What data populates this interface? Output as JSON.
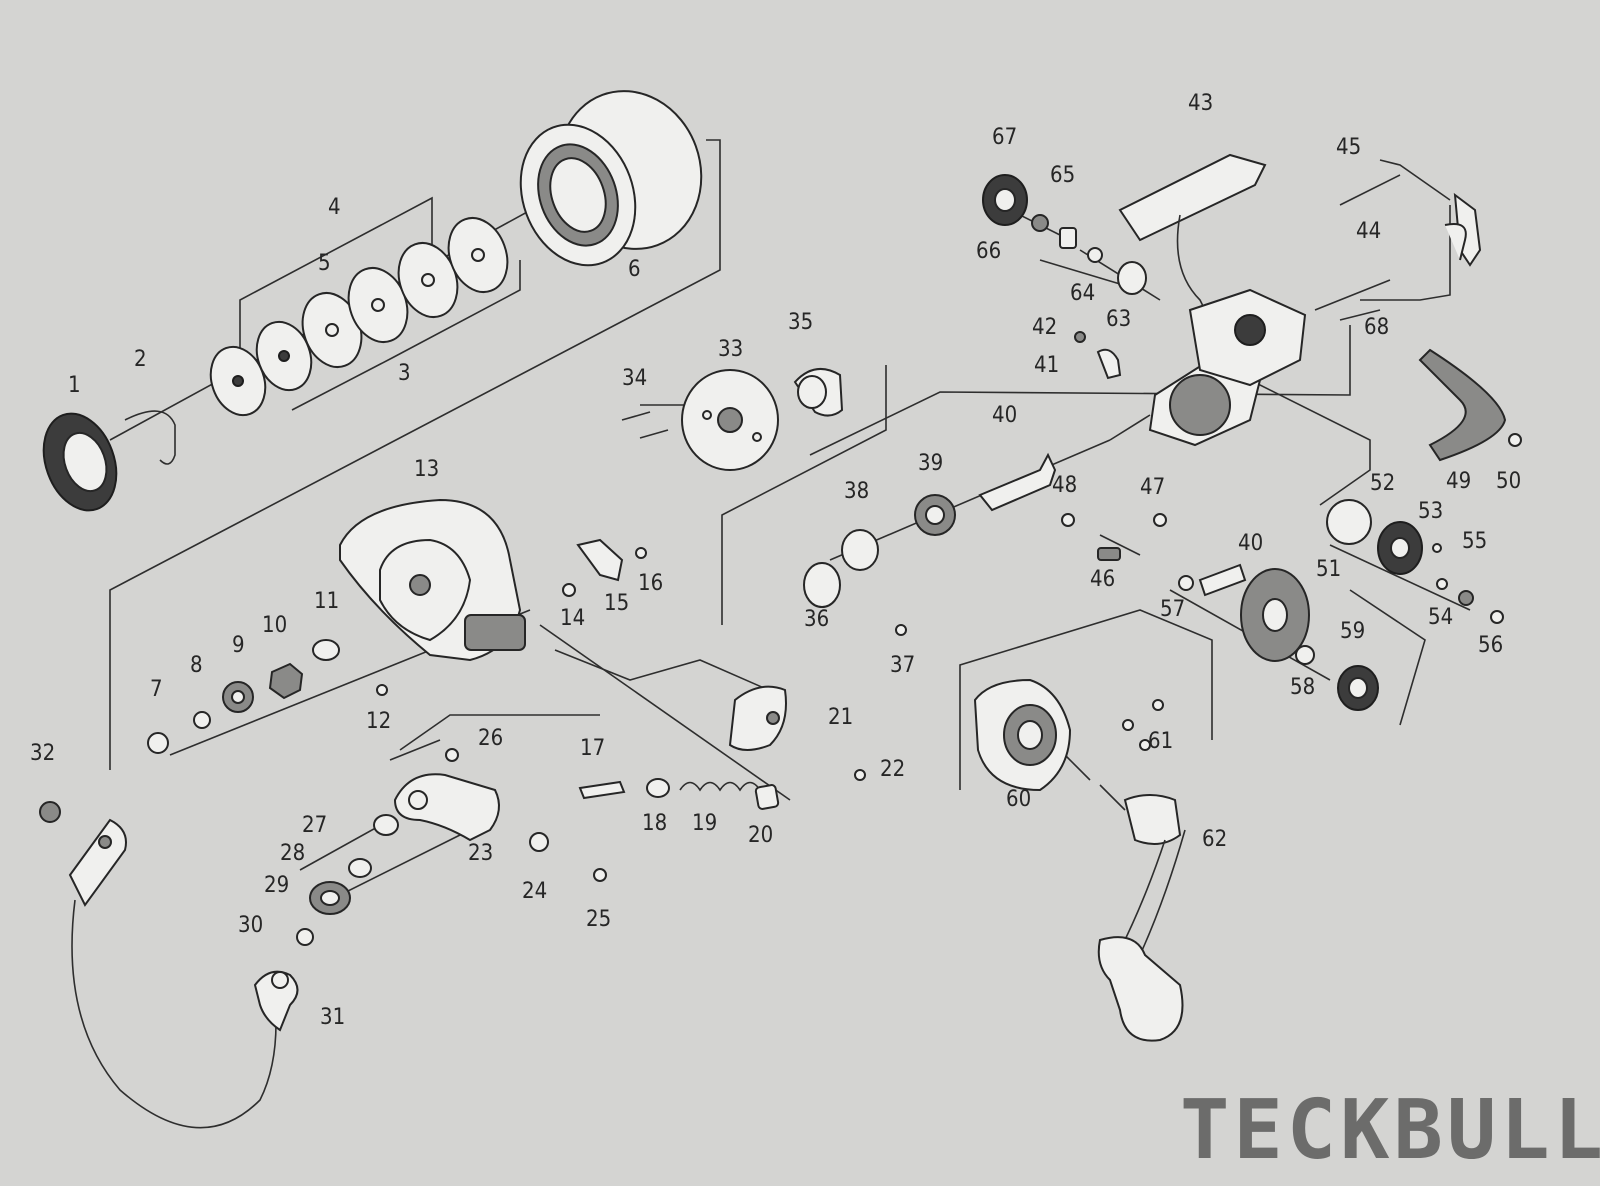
{
  "diagram": {
    "labels": [
      {
        "id": "1",
        "text": "1"
      },
      {
        "id": "2",
        "text": "2"
      },
      {
        "id": "3",
        "text": "3"
      },
      {
        "id": "4",
        "text": "4"
      },
      {
        "id": "5",
        "text": "5"
      },
      {
        "id": "6",
        "text": "6"
      },
      {
        "id": "7",
        "text": "7"
      },
      {
        "id": "8",
        "text": "8"
      },
      {
        "id": "9",
        "text": "9"
      },
      {
        "id": "10",
        "text": "10"
      },
      {
        "id": "11",
        "text": "11"
      },
      {
        "id": "12",
        "text": "12"
      },
      {
        "id": "13",
        "text": "13"
      },
      {
        "id": "14",
        "text": "14"
      },
      {
        "id": "15",
        "text": "15"
      },
      {
        "id": "16",
        "text": "16"
      },
      {
        "id": "17",
        "text": "17"
      },
      {
        "id": "18",
        "text": "18"
      },
      {
        "id": "19",
        "text": "19"
      },
      {
        "id": "20",
        "text": "20"
      },
      {
        "id": "21",
        "text": "21"
      },
      {
        "id": "22",
        "text": "22"
      },
      {
        "id": "23",
        "text": "23"
      },
      {
        "id": "24",
        "text": "24"
      },
      {
        "id": "25",
        "text": "25"
      },
      {
        "id": "26",
        "text": "26"
      },
      {
        "id": "27",
        "text": "27"
      },
      {
        "id": "28",
        "text": "28"
      },
      {
        "id": "29",
        "text": "29"
      },
      {
        "id": "30",
        "text": "30"
      },
      {
        "id": "31",
        "text": "31"
      },
      {
        "id": "32",
        "text": "32"
      },
      {
        "id": "33",
        "text": "33"
      },
      {
        "id": "34",
        "text": "34"
      },
      {
        "id": "35",
        "text": "35"
      },
      {
        "id": "36",
        "text": "36"
      },
      {
        "id": "37",
        "text": "37"
      },
      {
        "id": "38",
        "text": "38"
      },
      {
        "id": "39",
        "text": "39"
      },
      {
        "id": "40a",
        "text": "40"
      },
      {
        "id": "40b",
        "text": "40"
      },
      {
        "id": "41",
        "text": "41"
      },
      {
        "id": "42",
        "text": "42"
      },
      {
        "id": "43",
        "text": "43"
      },
      {
        "id": "44",
        "text": "44"
      },
      {
        "id": "45",
        "text": "45"
      },
      {
        "id": "46",
        "text": "46"
      },
      {
        "id": "47",
        "text": "47"
      },
      {
        "id": "48",
        "text": "48"
      },
      {
        "id": "49",
        "text": "49"
      },
      {
        "id": "50",
        "text": "50"
      },
      {
        "id": "51",
        "text": "51"
      },
      {
        "id": "52",
        "text": "52"
      },
      {
        "id": "53",
        "text": "53"
      },
      {
        "id": "54",
        "text": "54"
      },
      {
        "id": "55",
        "text": "55"
      },
      {
        "id": "56",
        "text": "56"
      },
      {
        "id": "57",
        "text": "57"
      },
      {
        "id": "58",
        "text": "58"
      },
      {
        "id": "59",
        "text": "59"
      },
      {
        "id": "60",
        "text": "60"
      },
      {
        "id": "61",
        "text": "61"
      },
      {
        "id": "62",
        "text": "62"
      },
      {
        "id": "63",
        "text": "63"
      },
      {
        "id": "64",
        "text": "64"
      },
      {
        "id": "65",
        "text": "65"
      },
      {
        "id": "66",
        "text": "66"
      },
      {
        "id": "67",
        "text": "67"
      },
      {
        "id": "68",
        "text": "68"
      }
    ]
  },
  "watermark": {
    "text": "TECKBULL"
  }
}
